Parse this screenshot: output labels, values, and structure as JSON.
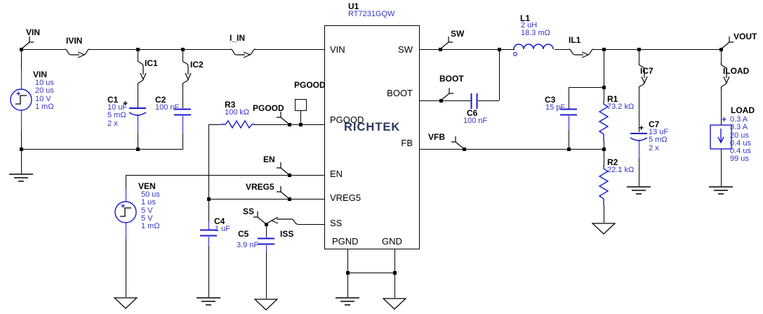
{
  "ic": {
    "ref": "U1",
    "part": "RT7231GQW",
    "logo": "RICHTEK",
    "pins": {
      "vin": "VIN",
      "pgood": "PGOOD",
      "en": "EN",
      "vreg5": "VREG5",
      "ss": "SS",
      "pgnd": "PGND",
      "gnd": "GND",
      "sw": "SW",
      "boot": "BOOT",
      "fb": "FB"
    }
  },
  "sources": {
    "vin": {
      "ref": "VIN",
      "polarity": "+",
      "params": [
        "10 us",
        "20 us",
        "10 V",
        "1 mΩ"
      ]
    },
    "ven": {
      "ref": "VEN",
      "polarity": "+",
      "params": [
        "50 us",
        "1 us",
        "5 V",
        "5 V",
        "1 mΩ"
      ]
    },
    "load": {
      "ref": "LOAD",
      "polarity": "+",
      "params": [
        "0.3 A",
        "3.3 A",
        "20 us",
        "0.4 us",
        "0.4 us",
        "99 us"
      ]
    }
  },
  "caps": {
    "c1": {
      "ref": "C1",
      "polarity": "+",
      "params": [
        "10 uF",
        "5 mΩ",
        "2 x"
      ]
    },
    "c2": {
      "ref": "C2",
      "value": "100 nF"
    },
    "c3": {
      "ref": "C3",
      "value": "15 pF"
    },
    "c4": {
      "ref": "C4",
      "value": "1 uF"
    },
    "c5": {
      "ref": "C5",
      "value": "3.9 nF"
    },
    "c6": {
      "ref": "C6",
      "value": "100 nF"
    },
    "c7": {
      "ref": "C7",
      "polarity": "+",
      "params": [
        "13 uF",
        "5 mΩ",
        "2 x"
      ]
    }
  },
  "res": {
    "r1": {
      "ref": "R1",
      "value": "73.2 kΩ"
    },
    "r2": {
      "ref": "R2",
      "value": "22.1 kΩ"
    },
    "r3": {
      "ref": "R3",
      "value": "100 kΩ"
    }
  },
  "ind": {
    "l1": {
      "ref": "L1",
      "params": [
        "2 uH",
        "18.3 mΩ"
      ]
    }
  },
  "probes": {
    "ivin": "IVIN",
    "i_in": "I_IN",
    "ic1": "IC1",
    "ic2": "IC2",
    "il1": "IL1",
    "ic7": "IC7",
    "iload": "ILOAD",
    "iss": "ISS"
  },
  "nets": {
    "vin": "VIN",
    "sw": "SW",
    "boot": "BOOT",
    "vfb": "VFB",
    "vout": "VOUT",
    "pgood": "PGOOD",
    "en": "EN",
    "vreg5": "VREG5",
    "ss": "SS"
  },
  "terminal": {
    "pgood": "PGOOD"
  },
  "colors": {
    "wire": "#000000",
    "component": "#1a1acc",
    "value_text": "#3333cc",
    "label_text": "#000000",
    "logo": "#2e3a5e",
    "background": "#ffffff"
  }
}
